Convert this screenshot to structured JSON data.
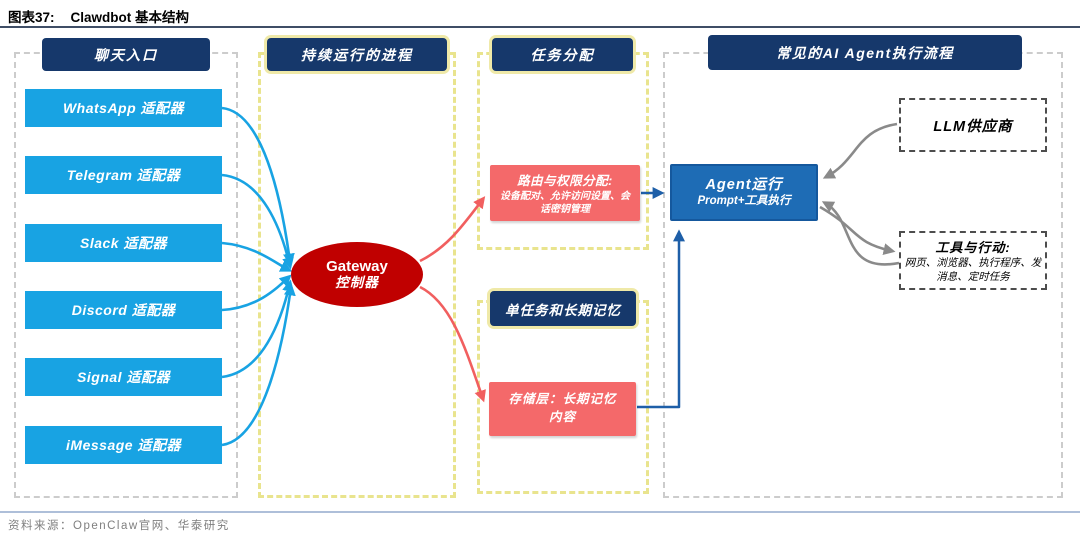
{
  "page": {
    "title_label": "图表37:",
    "title": "Clawdbot 基本结构",
    "source": "资料来源：OpenClaw官网、华泰研究"
  },
  "chat": {
    "header": "聊天入口",
    "adapters": [
      "WhatsApp 适配器",
      "Telegram 适配器",
      "Slack 适配器",
      "Discord 适配器",
      "Signal 适配器",
      "iMessage 适配器"
    ]
  },
  "process": {
    "header": "持续运行的进程",
    "gateway_line1": "Gateway",
    "gateway_line2": "控制器"
  },
  "task": {
    "header": "任务分配",
    "routing_title": "路由与权限分配:",
    "routing_detail": "设备配对、允许访问设置、会话密钥管理",
    "memory_header": "单任务和长期记忆",
    "storage_line1": "存储层：长期记忆",
    "storage_line2": "内容"
  },
  "agent_flow": {
    "header": "常见的AI Agent执行流程",
    "agent_line1": "Agent运行",
    "agent_line2": "Prompt+工具执行",
    "llm_label": "LLM供应商",
    "tools_title": "工具与行动:",
    "tools_detail": "网页、浏览器、执行程序、发消息、定时任务"
  },
  "colors": {
    "header_navy": "#16386b",
    "adapter_blue": "#18a3e3",
    "agent_blue": "#1e6cb5",
    "gateway_red": "#c00000",
    "salmon_red": "#f4696a",
    "yellow_dash_border": "#e9e48e",
    "gray_dash_border": "#cccccc",
    "blue_arrow": "#18a3e3",
    "red_arrow": "#f15f5f",
    "navy_arrow": "#1e5fa8",
    "gray_arrow": "#8a8a8a"
  }
}
